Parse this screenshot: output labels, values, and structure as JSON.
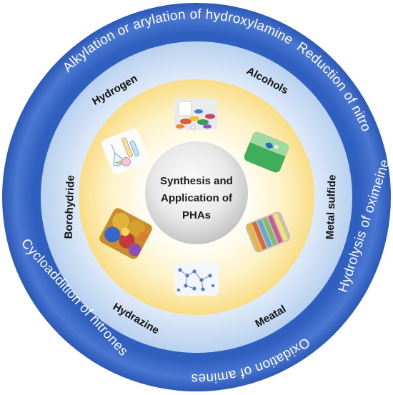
{
  "center": {
    "line1": "Synthesis and",
    "line2": "Application of",
    "line3": "PHAs"
  },
  "outer_ring": {
    "color": "#3a66c4",
    "labels": {
      "alkylation": "Alkylation or arylation of hydroxylamine",
      "reduction_nitro": "Reduction of nitro",
      "hydrolysis": "Hydrolysis of oximeine",
      "oxidation": "Oxidation of amines",
      "cycloaddition": "Cycloaddition of nitrones"
    }
  },
  "middle_ring": {
    "color": "#c8dcf3",
    "labels": {
      "hydrogen": "Hydrogen",
      "alcohols": "Alcohols",
      "metal_sulfide": "Metal sulfide",
      "meatal": "Meatal",
      "hydrazine": "Hydrazine",
      "borohydride": "Borohydride"
    }
  },
  "inner_ring": {
    "color": "#fbe9a9"
  },
  "images": [
    {
      "name": "pills-image"
    },
    {
      "name": "green-liquid-image"
    },
    {
      "name": "colored-tubes-image"
    },
    {
      "name": "molecule-network-image"
    },
    {
      "name": "colored-powders-image"
    },
    {
      "name": "lab-glassware-image"
    }
  ]
}
